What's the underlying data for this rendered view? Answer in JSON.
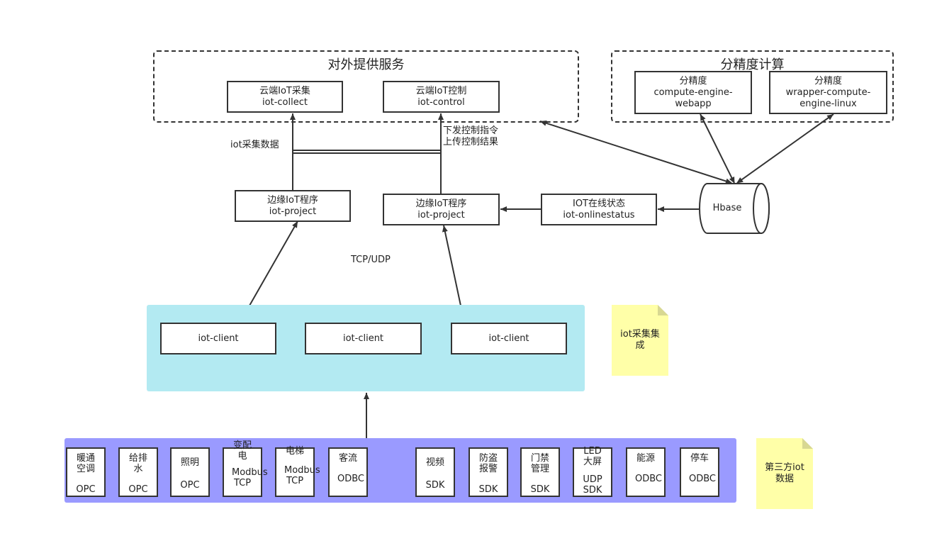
{
  "groups": {
    "external": {
      "title": "对外提供服务"
    },
    "precision": {
      "title": "分精度计算"
    }
  },
  "services": {
    "collect": {
      "line1": "云端IoT采集",
      "line2": "iot-collect"
    },
    "control": {
      "line1": "云端IoT控制",
      "line2": "iot-control"
    },
    "webapp": {
      "line1": "分精度",
      "line2": "compute-engine-",
      "line3": "webapp"
    },
    "linux": {
      "line1": "分精度",
      "line2": "wrapper-compute-",
      "line3": "engine-linux"
    }
  },
  "edges": {
    "collect_data": "iot采集数据",
    "control_cmd": "下发控制指令",
    "upload_result": "上传控制结果",
    "tcp_udp": "TCP/UDP"
  },
  "edge_programs": [
    {
      "line1": "边缘IoT程序",
      "line2": "iot-project"
    },
    {
      "line1": "边缘IoT程序",
      "line2": "iot-project"
    }
  ],
  "online_status": {
    "line1": "IOT在线状态",
    "line2": "iot-onlinestatus"
  },
  "hbase": {
    "label": "Hbase"
  },
  "clients": [
    "iot-client",
    "iot-client",
    "iot-client"
  ],
  "notes": {
    "integration": "iot采集集成",
    "third_party": "第三方iot数据"
  },
  "sources": [
    {
      "name": "暖通空调",
      "proto": "OPC"
    },
    {
      "name": "给排水",
      "proto": "OPC"
    },
    {
      "name": "照明",
      "proto": "OPC"
    },
    {
      "name": "变配电",
      "proto": "Modbus TCP"
    },
    {
      "name": "电梯",
      "proto": "Modbus TCP"
    },
    {
      "name": "客流",
      "proto": "ODBC"
    },
    {
      "name": "视频",
      "proto": "SDK"
    },
    {
      "name": "防盗报警",
      "proto": "SDK"
    },
    {
      "name": "门禁管理",
      "proto": "SDK"
    },
    {
      "name": "LED大屏",
      "proto": "UDP SDK"
    },
    {
      "name": "能源",
      "proto": "ODBC"
    },
    {
      "name": "停车",
      "proto": "ODBC"
    }
  ],
  "colors": {
    "client_panel": "#b3eaf2",
    "source_panel": "#9a9aff",
    "note": "#ffffa8",
    "stroke": "#333333"
  }
}
